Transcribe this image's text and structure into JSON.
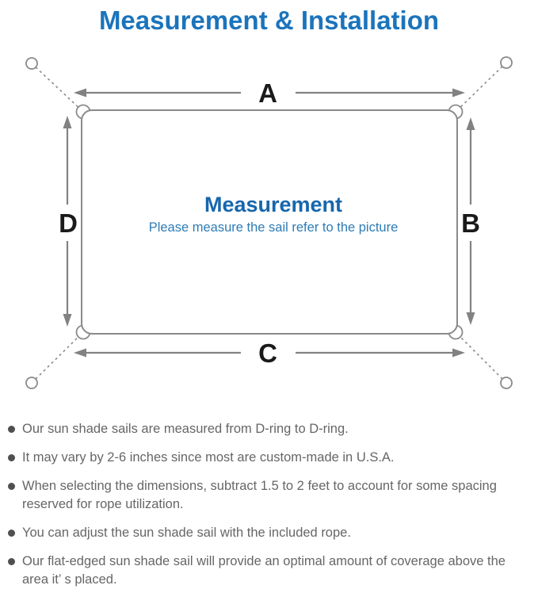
{
  "title": "Measurement & Installation",
  "colors": {
    "title_blue": "#1b74bc",
    "center_title_blue": "#1667ad",
    "center_subtitle_blue": "#2e7cb5",
    "diagram_line_gray": "#8a8a8a",
    "dim_label_black": "#1a1a1a",
    "note_text_gray": "#666666"
  },
  "diagram": {
    "label_a": "A",
    "label_b": "B",
    "label_c": "C",
    "label_d": "D",
    "center_title": "Measurement",
    "center_subtitle": "Please measure the sail refer to the picture"
  },
  "bullets": [
    "Our sun shade sails are measured from D-ring to D-ring.",
    "It may vary by 2-6 inches since most are custom-made in U.S.A.",
    "When selecting the dimensions, subtract 1.5 to 2 feet to account for some spacing reserved for rope utilization.",
    "You can adjust the sun shade sail with the included rope.",
    "Our flat-edged sun shade sail will provide an optimal amount of coverage above the area it’ s placed."
  ]
}
